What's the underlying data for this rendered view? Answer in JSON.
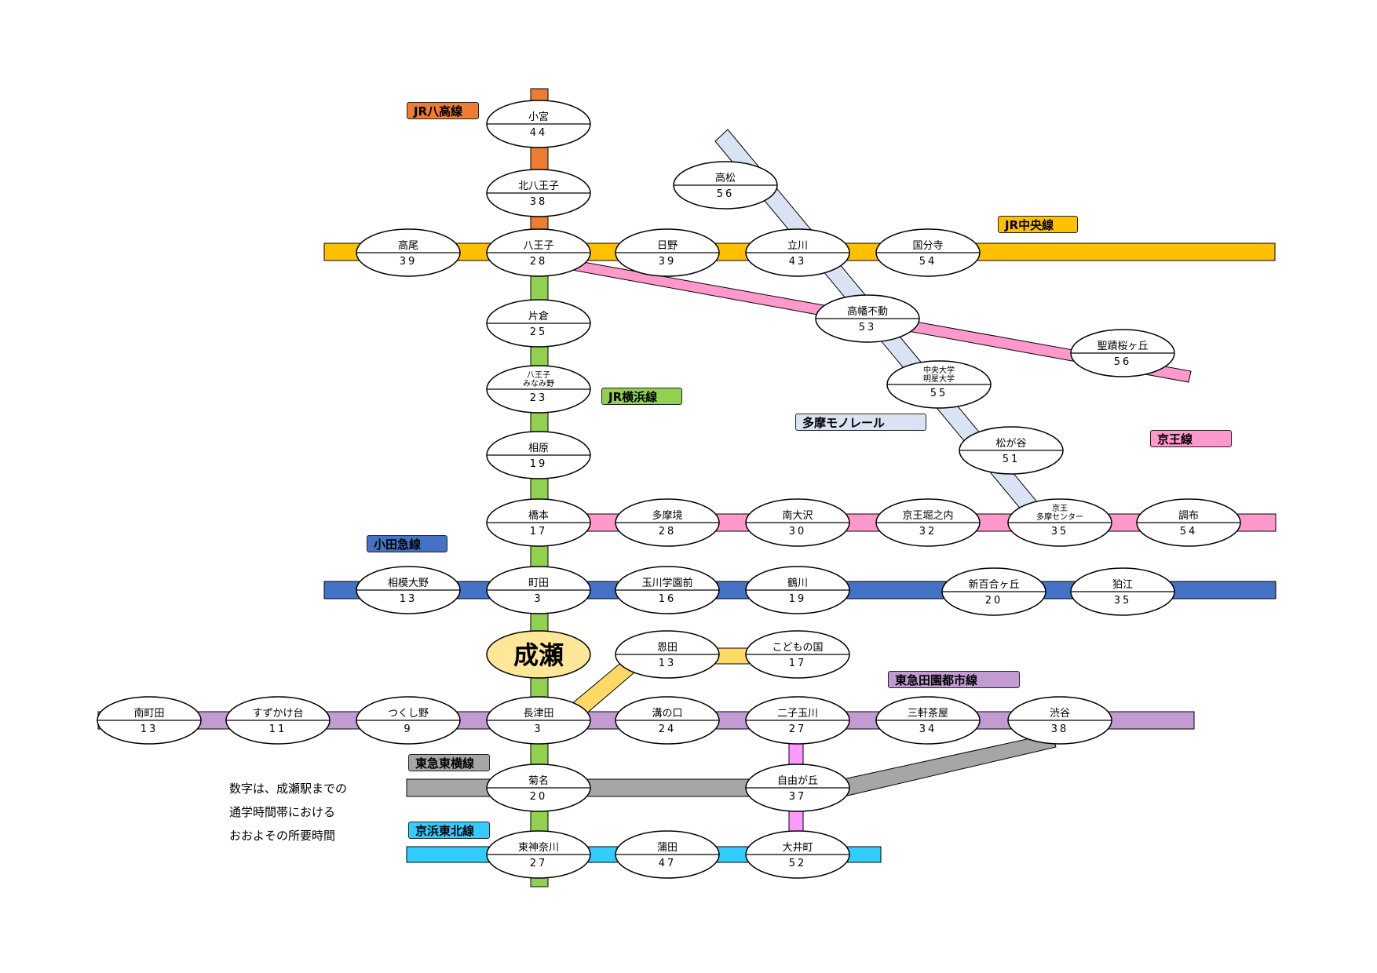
{
  "lines": {
    "jr_hachiko": {
      "name": "JR八高線",
      "color": "#ED7D31"
    },
    "jr_chuo": {
      "name": "JR中央線",
      "color": "#FFC000"
    },
    "jr_yokohama": {
      "name": "JR横浜線",
      "color": "#92D050"
    },
    "tama_monorail": {
      "name": "多摩モノレール",
      "color": "#DAE3F3"
    },
    "keio": {
      "name": "京王線",
      "color": "#FF99CC"
    },
    "odakyu": {
      "name": "小田急線",
      "color": "#4472C4"
    },
    "tokyu_denentoshi": {
      "name": "東急田園都市線",
      "color": "#C39BD3"
    },
    "tokyu_toyoko": {
      "name": "東急東横線",
      "color": "#A6A6A6"
    },
    "keihin_tohoku": {
      "name": "京浜東北線",
      "color": "#33CCFF"
    },
    "tokyu_oimachi": {
      "color": "#FF99FF"
    },
    "kodomonokuni": {
      "color": "#FFD966"
    }
  },
  "stations": {
    "komiya": {
      "name": "小宮",
      "time": "44"
    },
    "kitahachioji": {
      "name": "北八王子",
      "time": "38"
    },
    "takao": {
      "name": "高尾",
      "time": "39"
    },
    "hachioji": {
      "name": "八王子",
      "time": "28"
    },
    "hino": {
      "name": "日野",
      "time": "39"
    },
    "tachikawa": {
      "name": "立川",
      "time": "43"
    },
    "kokubunji": {
      "name": "国分寺",
      "time": "54"
    },
    "takamatsu": {
      "name": "高松",
      "time": "56"
    },
    "takahatafudo": {
      "name": "高幡不動",
      "time": "53"
    },
    "seisekisakuragaoka": {
      "name": "聖蹟桜ヶ丘",
      "time": "56"
    },
    "chuodaigaku": {
      "name": "中央大学\n明星大学",
      "time": "55"
    },
    "katakura": {
      "name": "片倉",
      "time": "25"
    },
    "hachiojiminamino": {
      "name": "八王子\nみなみ野",
      "time": "23"
    },
    "aihara": {
      "name": "相原",
      "time": "19"
    },
    "matsugaya": {
      "name": "松が谷",
      "time": "51"
    },
    "hashimoto": {
      "name": "橋本",
      "time": "17"
    },
    "tamasakai": {
      "name": "多摩境",
      "time": "28"
    },
    "minamiosawa": {
      "name": "南大沢",
      "time": "30"
    },
    "keiohorinouchi": {
      "name": "京王堀之内",
      "time": "32"
    },
    "keiotamacenter": {
      "name": "京王\n多摩センター",
      "time": "35"
    },
    "chofu": {
      "name": "調布",
      "time": "54"
    },
    "sagamiono": {
      "name": "相模大野",
      "time": "13"
    },
    "machida": {
      "name": "町田",
      "time": "3"
    },
    "tamagawagakuenmae": {
      "name": "玉川学園前",
      "time": "16"
    },
    "tsurukawa": {
      "name": "鶴川",
      "time": "19"
    },
    "shinyurigaoka": {
      "name": "新百合ヶ丘",
      "time": "20"
    },
    "komae": {
      "name": "狛江",
      "time": "35"
    },
    "onda": {
      "name": "恩田",
      "time": "13"
    },
    "kodomonokuni": {
      "name": "こどもの国",
      "time": "17"
    },
    "minamimachida": {
      "name": "南町田",
      "time": "13"
    },
    "suzukakedai": {
      "name": "すずかけ台",
      "time": "11"
    },
    "tsukushino": {
      "name": "つくし野",
      "time": "9"
    },
    "nagatsuta": {
      "name": "長津田",
      "time": "3"
    },
    "mizonokuchi": {
      "name": "溝の口",
      "time": "24"
    },
    "futakotamagawa": {
      "name": "二子玉川",
      "time": "27"
    },
    "sangenjaya": {
      "name": "三軒茶屋",
      "time": "34"
    },
    "shibuya": {
      "name": "渋谷",
      "time": "38"
    },
    "kikuna": {
      "name": "菊名",
      "time": "20"
    },
    "jiyugaoka": {
      "name": "自由が丘",
      "time": "37"
    },
    "higashikanagawa": {
      "name": "東神奈川",
      "time": "27"
    },
    "kamata": {
      "name": "蒲田",
      "time": "47"
    },
    "oimachi": {
      "name": "大井町",
      "time": "52"
    }
  },
  "home_station": {
    "name": "成瀬",
    "color": "#FFE699"
  },
  "note": {
    "line1": "数字は、成瀬駅までの",
    "line2": "通学時間帯における",
    "line3": "おおよその所要時間"
  }
}
